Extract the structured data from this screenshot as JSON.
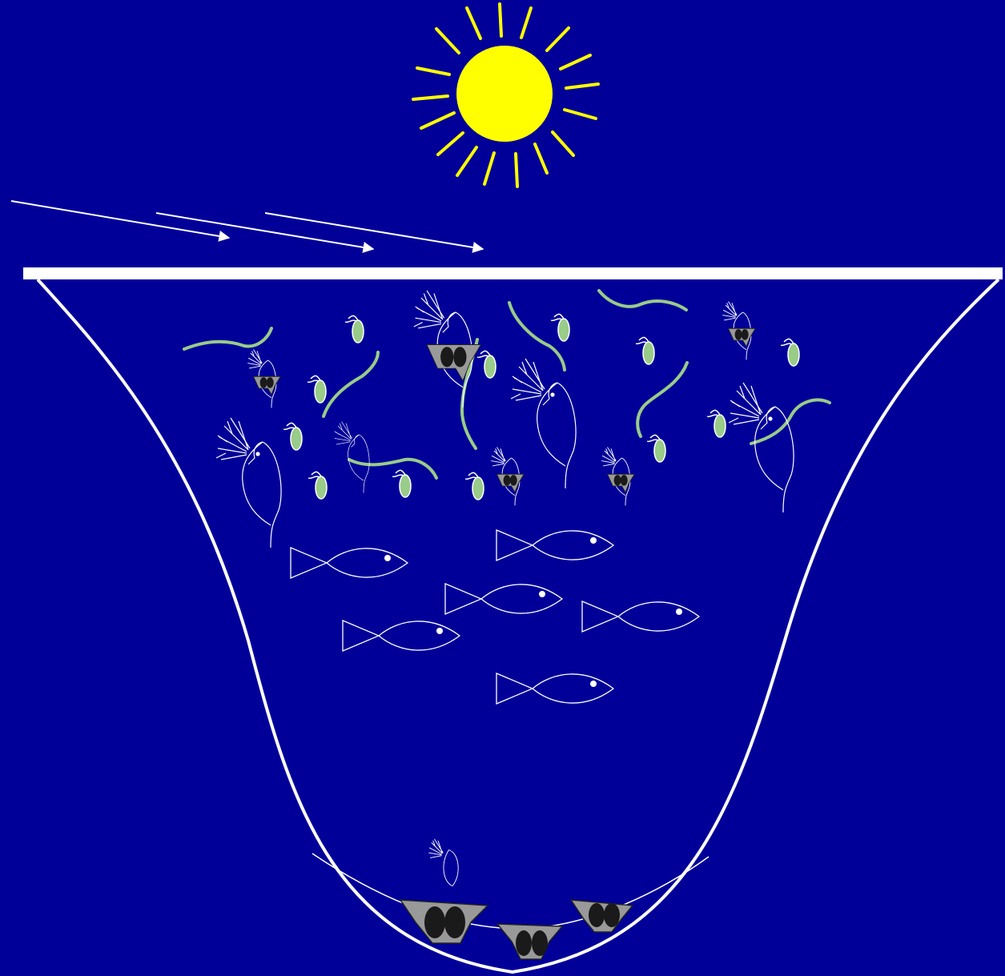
{
  "diagram": {
    "colors": {
      "background": "#000099",
      "sun": "#ffff00",
      "outline": "#ffffff",
      "algae": "#99cc88",
      "egg_case": "#999999",
      "egg": "#1a1a1a"
    },
    "elements": {
      "sun": "sun-icon",
      "wind": "wind-arrow-icon",
      "water_surface": "water-surface",
      "lake_basin": "lake-basin-outline",
      "sediment": "sediment-layer",
      "filament_algae": "filament-alga-icon",
      "flagellate_algae": "flagellate-alga-icon",
      "daphnia": "daphnia-icon",
      "ephippial_daphnia": "ephippial-daphnia-icon",
      "fish": "fish-icon",
      "resting_egg": "ephippium-icon"
    }
  }
}
